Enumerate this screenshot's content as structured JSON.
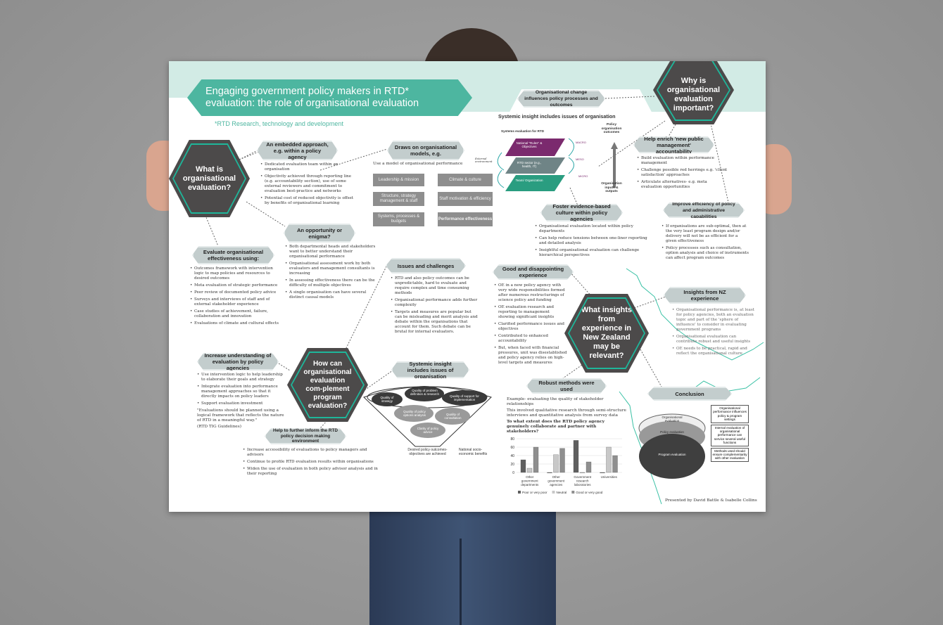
{
  "poster": {
    "title": "Engaging government policy makers in RTD* evaluation: the role of organisational evaluation",
    "footnote": "*RTD Research, technology and development",
    "accent": "#4db6a0",
    "dark": "#4c4a4a",
    "heading_bg": "#c3cdcd",
    "hexes": {
      "what": "What is organisational evaluation?",
      "how": "How can organisational evaluation com-plement program evaluation?",
      "why": "Why is organisational evaluation important?",
      "nz": "What insights from experience in New Zealand may be relevant?"
    },
    "sections": {
      "embedded": {
        "heading": "An embedded approach, e.g. within a policy agency",
        "bullets": [
          "Dedicated evaluation team within an organisation",
          "Objectivity achieved through reporting line (e.g. accountability section), use of some external reviewers and commitment to evaluation best-practice and networks",
          "Potential cost of reduced objectivity is offset by benefits of organisational learning"
        ]
      },
      "draws": {
        "heading": "Draws on organisational models, e.g.",
        "subtitle": "Use a model of organisational performance",
        "external": "External environment",
        "boxes": [
          "Leadership & mission",
          "Climate & culture",
          "Structure, strategy management & staff",
          "Staff motivation & efficiency",
          "Systems, processes & budgets",
          "Performance effectiveness"
        ]
      },
      "opportunity": {
        "heading": "An opportunity or enigma?",
        "bullets": [
          "Both departmental heads and stakeholders want to better understand their organisational performance",
          "Organisational assessment work by both evaluators and management consultants is increasing",
          "In assessing effectiveness there can be the difficulty of multiple objectives",
          "A single organisation can have several distinct causal models"
        ]
      },
      "evaluate": {
        "heading": "Evaluate organisational effectiveness using:",
        "bullets": [
          "Outcomes framework with intervention logic to map policies and resources to desired outcomes",
          "Meta evaluation of strategic performance",
          "Peer review of documented policy advice",
          "Surveys and interviews of staff and of external stakeholder experience",
          "Case studies of achievement, failure, collaboration and innovation",
          "Evaluations of climate and cultural effects"
        ]
      },
      "issues": {
        "heading": "Issues and challenges",
        "bullets": [
          "RTD and also policy outcomes can be unpredictable, hard to evaluate and require complex and time consuming methods",
          "Organisational performance adds further complexity",
          "Targets and measures are popular but can be misleading and merit analysis and debate within the organisations that account for them. Such debate can be brutal for internal evaluators."
        ]
      },
      "increase": {
        "heading": "Increase understanding of evaluation by policy agencies",
        "bullets": [
          "Use intervention logic to help leadership to elaborate their goals and strategy",
          "Integrate evaluation into performance management approaches so that it directly impacts on policy leaders",
          "Support evaluation investment"
        ],
        "quote": "\"Evaluations should be planned using a logical framework that reflects the nature of RTD in a meaningful way.\"",
        "quote_source": "(RTD TIG Guidelines)"
      },
      "inform": {
        "heading": "Help to further inform the RTD policy decision making environment",
        "bullets": [
          "Increase accessibility of evaluations to policy managers and advisors",
          "Continue to profile RTD evaluation results within organisations",
          "Widen the use of evaluation in both policy advisor analysis and in their reporting"
        ]
      },
      "systemic2": {
        "heading": "Systemic insight includes issues of organisation",
        "funnel": [
          "Quality of strategy",
          "Quality of problem definition & research",
          "Quality of support for implementation",
          "Quality of policy options analysis",
          "Quality of consultation",
          "Clarity of policy advice"
        ],
        "outcome": "Desired policy outcomes-objectives are achieved",
        "benefit": "National socio-economic benefits"
      },
      "orgchange": {
        "heading": "Organisational change influences policy processes and outcomes"
      },
      "systemic1": {
        "title": "Systemic insight includes issues of organisation",
        "diagram_title": "Systems evaluation for RTD",
        "layers": [
          "National \"Rules\" & Objectives",
          "RTD sector (e.g., health, IT)",
          "Team/ Organization"
        ],
        "levels": [
          "MACRO",
          "MESO",
          "MICRO"
        ],
        "top": "Policy organisation outcomes",
        "bottom": "Organisation inputs & outputs",
        "layer_colors": [
          "#7b2a6e",
          "#6f8486",
          "#2a9d80"
        ]
      },
      "enrich": {
        "heading": "Help enrich 'new public management' accountability",
        "bullets": [
          "Build evaluation within performance management",
          "Challenge possible red herrings e.g. 'client satisfaction' approaches",
          "Articulate alternatives- e.g. meta evaluation opportunities"
        ]
      },
      "foster": {
        "heading": "Foster evidence-based culture within policy agencies",
        "bullets": [
          "Organisational evaluation located within policy departments",
          "Can help reduce tensions between one-liner reporting and detailed analysis",
          "Insightful organisational evaluation can challenge hierarchical perspectives"
        ]
      },
      "improve": {
        "heading": "Improve efficiency of policy and administrative capabilities",
        "bullets": [
          "If organisations are sub-optimal, then at the very least program design and/or delivery will not be as efficient for a given effectiveness",
          "Policy processes such as consultation, option analysis and choice of instruments can affect program outcomes"
        ]
      },
      "good": {
        "heading": "Good and disappointing experience",
        "bullets": [
          "OE in a new policy agency with very wide responsibilities formed after numerous restructurings of science policy and funding",
          "OE evaluation research and reporting to management showing significant insights",
          "Clarified performance issues and objectives",
          "Contributed to enhanced accountability",
          "But, when faced with financial pressures, unit was disestablished and policy agency relies on high-level targets and measures"
        ]
      },
      "insights": {
        "heading": "Insights from NZ experience",
        "bullets": [
          "Organisational performance is, at least for policy agencies, both an evaluation topic and part of the 'sphere of influence' to consider in evaluating government programs",
          "Organisational evaluation can contribute robust and useful insights",
          "OE needs to be practical, rapid and reflect the organisational culture"
        ]
      },
      "robust": {
        "heading": "Robust methods were used",
        "text1": "Example- evaluating the quality of stakeholder relationships",
        "text2": "This involved qualitative research through semi-structure interviews and quantitative analysis from survey data",
        "question": "To what extent does the RTD policy agency genuinely collaborate and partner with stakeholders?"
      },
      "conclusion": {
        "heading": "Conclusion",
        "layers": [
          "Organisational evaluation",
          "Policy evaluation",
          "Program evaluation"
        ],
        "notes": [
          "Organisational performance influences policy & program settings",
          "Internal evaluation of organisational performance can service several useful functions",
          "Methods used should ensure complementarity with other evaluation"
        ]
      }
    },
    "presented_by": "Presented by David Battle & Isabelle Collins"
  },
  "chart_data": {
    "type": "bar",
    "title": "To what extent does the RTD policy agency genuinely collaborate and partner with stakeholders?",
    "categories": [
      "Other government departments",
      "Other government agencies",
      "Government research laboratories",
      "Universities"
    ],
    "series": [
      {
        "name": "Poor or very poor",
        "values": [
          30,
          0,
          76,
          0
        ],
        "color": "#5f5f5f"
      },
      {
        "name": "Neutral",
        "values": [
          10,
          42,
          0,
          60
        ],
        "color": "#c8c8c8"
      },
      {
        "name": "Good or very good",
        "values": [
          60,
          57,
          25,
          40
        ],
        "color": "#8f8f8f"
      }
    ],
    "ylim": [
      0,
      80
    ],
    "yticks": [
      0,
      20,
      40,
      60,
      80
    ],
    "grid": true,
    "legend": "bottom"
  }
}
